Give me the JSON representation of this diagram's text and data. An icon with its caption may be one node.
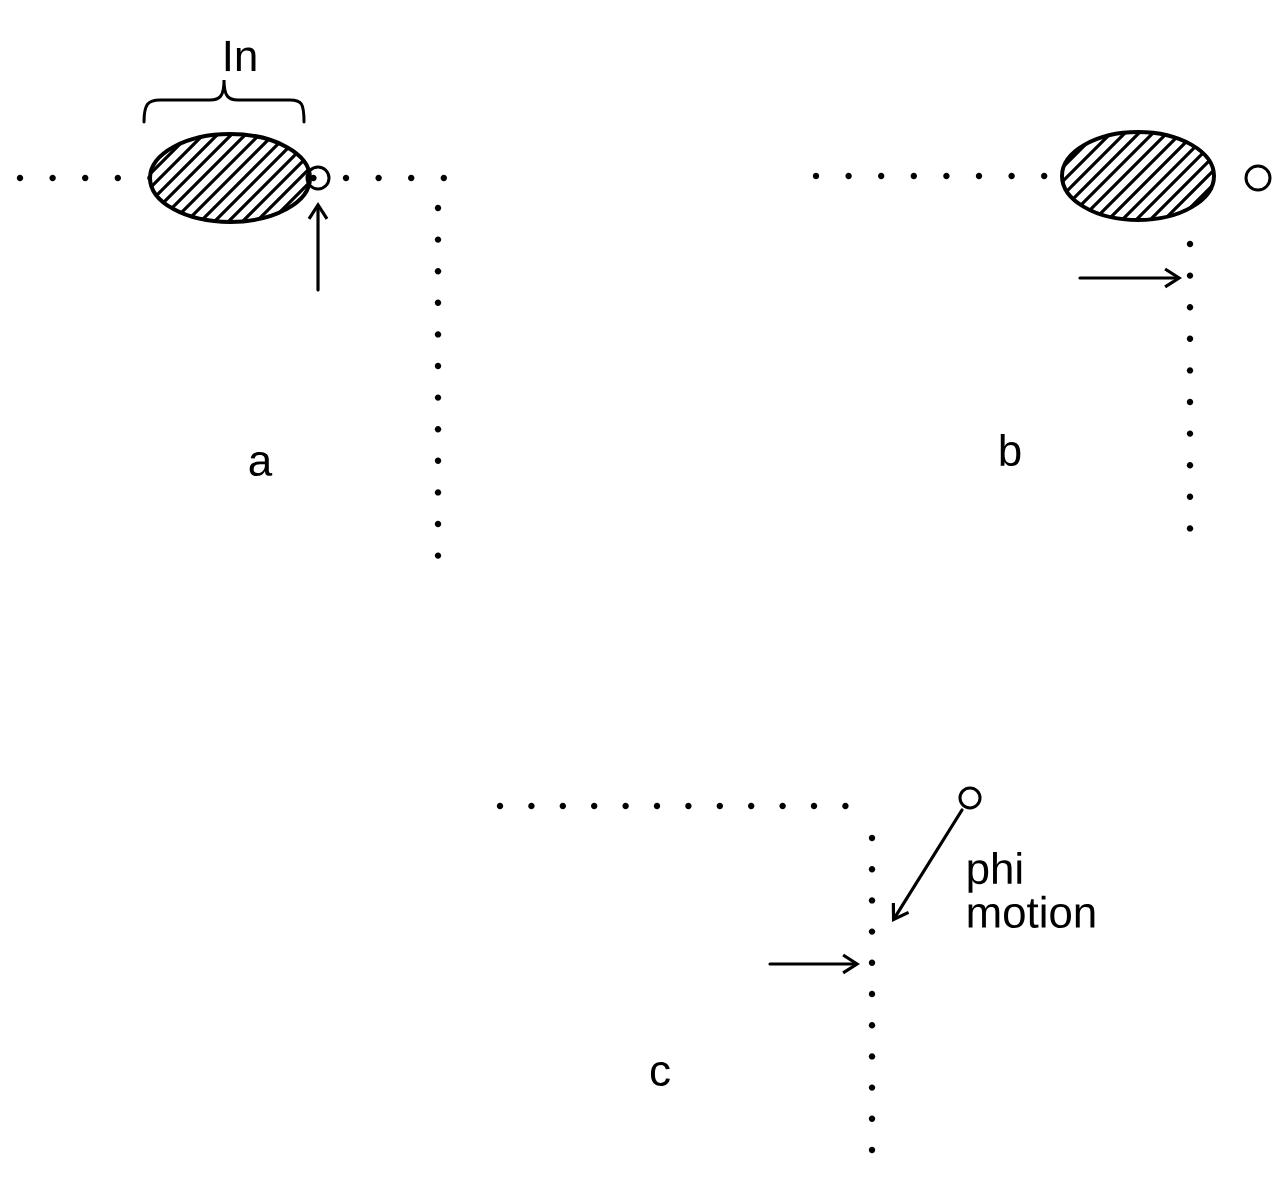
{
  "diagram": {
    "labels": [
      "In",
      "a",
      "b",
      "phi motion",
      "c"
    ]
  }
}
